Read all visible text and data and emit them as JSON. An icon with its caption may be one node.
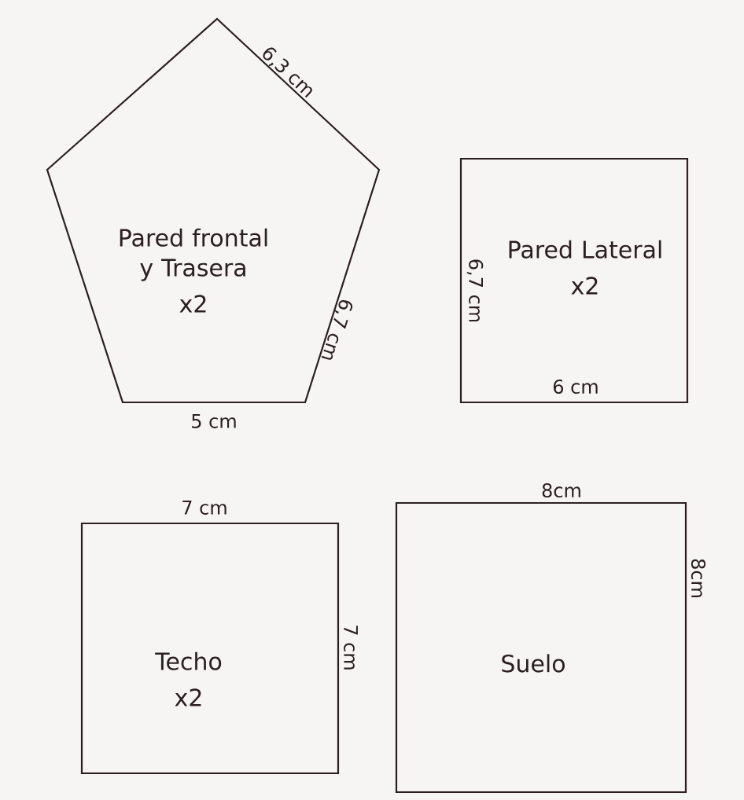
{
  "diagram": {
    "nodes": [
      {
        "text": [
          "Pared frontal y Trasera",
          "x2"
        ],
        "beside": [
          "6,3 cm",
          "6,7 cm",
          "5 cm"
        ]
      },
      {
        "text": [
          "Pared Lateral",
          "x2",
          "6,7 cm",
          "6 cm"
        ]
      },
      {
        "text": [
          "Techo",
          "x2"
        ],
        "beside": [
          "7 cm",
          "7 cm"
        ]
      },
      {
        "text": [
          "Suelo"
        ],
        "beside": [
          "8cm",
          "8cm"
        ]
      }
    ]
  }
}
